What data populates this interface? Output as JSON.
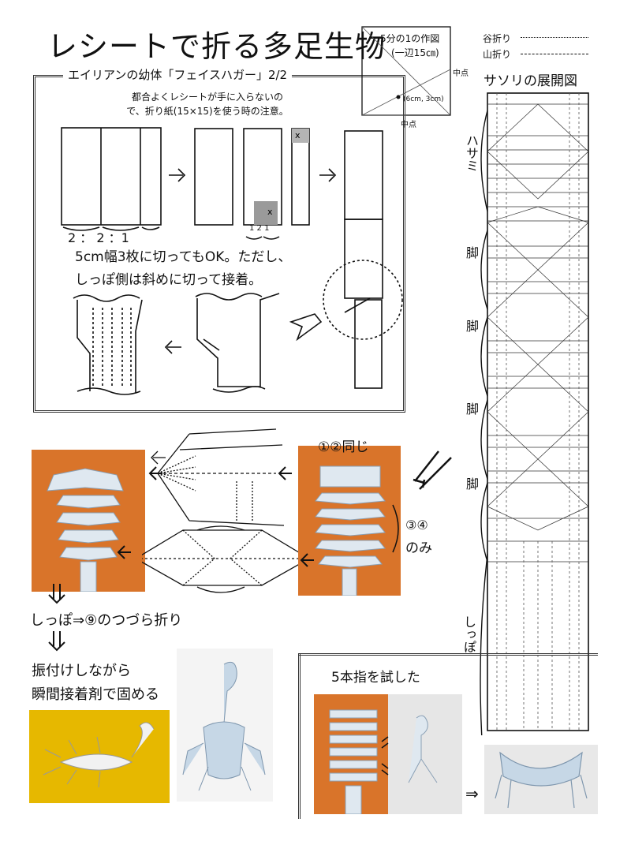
{
  "page": {
    "title": "レシートで折る多足生物",
    "section_title": "エイリアンの幼体「フェイスハガー」2/2",
    "note_line1": "都合よくレシートが手に入らないの",
    "note_line2": "で、折り紙(15×15)を使う時の注意。",
    "ratio_label": "2 ： 2 ：1",
    "small_ratio": "1 2 1",
    "cut_line1": "5cm幅3枚に切ってもOK。ただし、",
    "cut_line2": "しっぽ側は斜めに切って接着。",
    "fifth_box_line1": "5分の1の作図",
    "fifth_box_line2": "(一辺15㎝)",
    "midpoint_right": "中点",
    "midpoint_bottom": "中点",
    "coordinate": "(6cm, 3cm)",
    "valley_fold": "谷折り",
    "mountain_fold": "山折り",
    "scorpion_title": "サソリの展開図",
    "label_claws": "ハサミ",
    "label_leg": "脚",
    "label_tail": "しっぽ",
    "same_12": "①②同じ",
    "only_34_a": "③④",
    "only_34_b": "のみ",
    "tail_fold": "しっぽ⇒⑨のつづら折り",
    "pose_line1": "振付けしながら",
    "pose_line2": "瞬間接着剤で固める",
    "five_finger": "5本指を試した",
    "x_mark": "x"
  },
  "colors": {
    "orange_bg": "#d9742a",
    "paper_blue": "#c6d7e6",
    "yellow_bg": "#e6b800",
    "gray_fill": "#9a9a9a"
  }
}
